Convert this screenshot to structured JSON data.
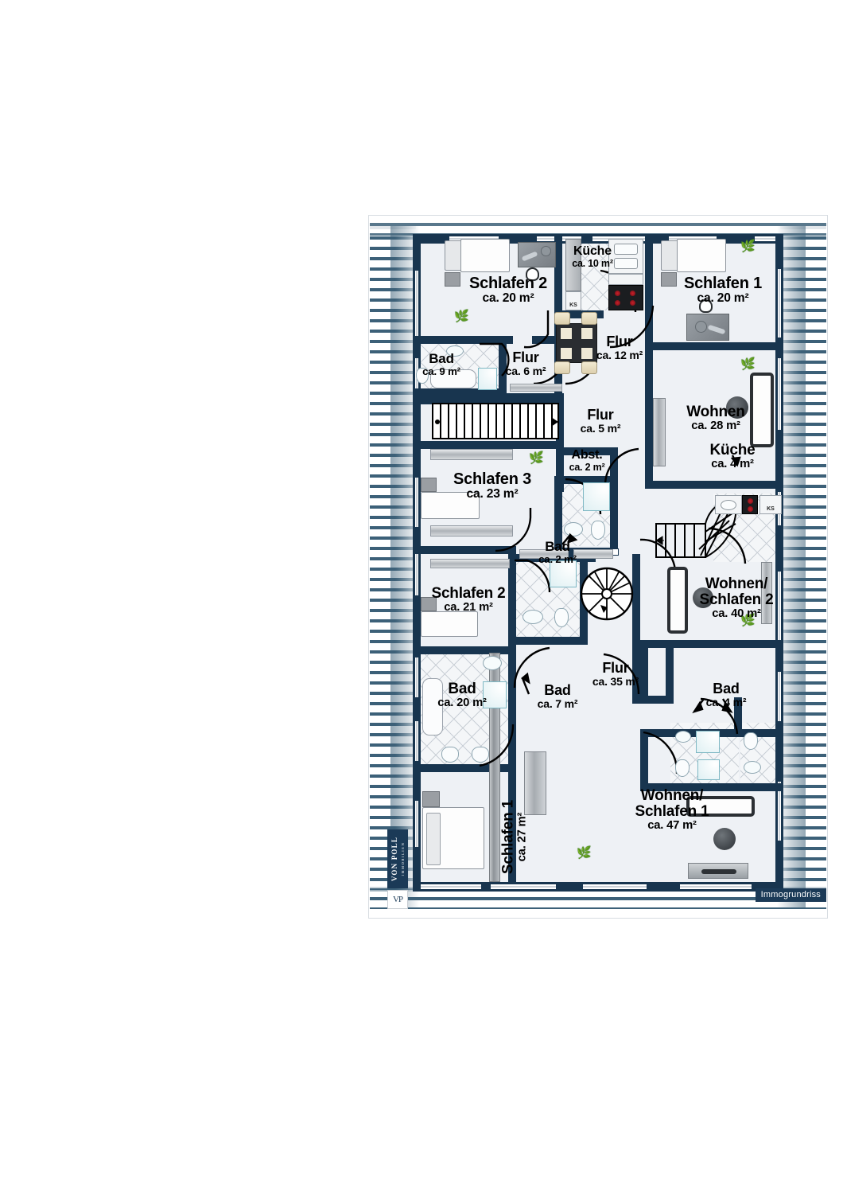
{
  "document": {
    "type": "floor-plan",
    "watermark": "Immogrundriss",
    "brand": {
      "name": "VON POLL",
      "subtitle": "IMMOBILIEN",
      "monogram": "VP"
    }
  },
  "rooms": [
    {
      "id": "schlafen2-top",
      "name": "Schlafen 2",
      "area": "ca. 20 m²"
    },
    {
      "id": "kueche-top",
      "name": "Küche",
      "area": "ca. 10 m²"
    },
    {
      "id": "schlafen1-top",
      "name": "Schlafen 1",
      "area": "ca. 20 m²"
    },
    {
      "id": "bad-9",
      "name": "Bad",
      "area": "ca. 9 m²"
    },
    {
      "id": "flur-6",
      "name": "Flur",
      "area": "ca. 6 m²"
    },
    {
      "id": "flur-12",
      "name": "Flur",
      "area": "ca. 12 m²"
    },
    {
      "id": "flur-5",
      "name": "Flur",
      "area": "ca. 5 m²"
    },
    {
      "id": "wohnen-28",
      "name": "Wohnen",
      "area": "ca. 28 m²"
    },
    {
      "id": "kueche-4",
      "name": "Küche",
      "area": "ca. 4 m²"
    },
    {
      "id": "abst-2",
      "name": "Abst.",
      "area": "ca. 2 m²"
    },
    {
      "id": "schlafen3",
      "name": "Schlafen 3",
      "area": "ca. 23 m²"
    },
    {
      "id": "bad-2",
      "name": "Bad",
      "area": "ca. 2 m²"
    },
    {
      "id": "schlafen2-mid",
      "name": "Schlafen 2",
      "area": "ca. 21 m²"
    },
    {
      "id": "wohnschlafen2",
      "name": "Wohnen/ Schlafen 2",
      "name_line1": "Wohnen/",
      "name_line2": "Schlafen 2",
      "area": "ca. 40 m²"
    },
    {
      "id": "bad-20",
      "name": "Bad",
      "area": "ca. 20 m²"
    },
    {
      "id": "bad-7",
      "name": "Bad",
      "area": "ca. 7 m²"
    },
    {
      "id": "flur-35",
      "name": "Flur",
      "area": "ca. 35 m²"
    },
    {
      "id": "bad-4",
      "name": "Bad",
      "area": "ca. 4 m²"
    },
    {
      "id": "schlafen1-bot",
      "name": "Schlafen 1",
      "area": "ca. 27 m²"
    },
    {
      "id": "wohnschlafen1",
      "name": "Wohnen/ Schlafen 1",
      "name_line1": "Wohnen/",
      "name_line2": "Schlafen 1",
      "area": "ca. 47 m²"
    }
  ],
  "appliances": {
    "fridge_label": "KS"
  },
  "colors": {
    "wall": "#18354f",
    "slab": "#eef1f5",
    "stripe": "#3c6078",
    "tile_line": "#c9cfd6",
    "accent": "#1b3a57",
    "plant": "#2e8b33"
  }
}
